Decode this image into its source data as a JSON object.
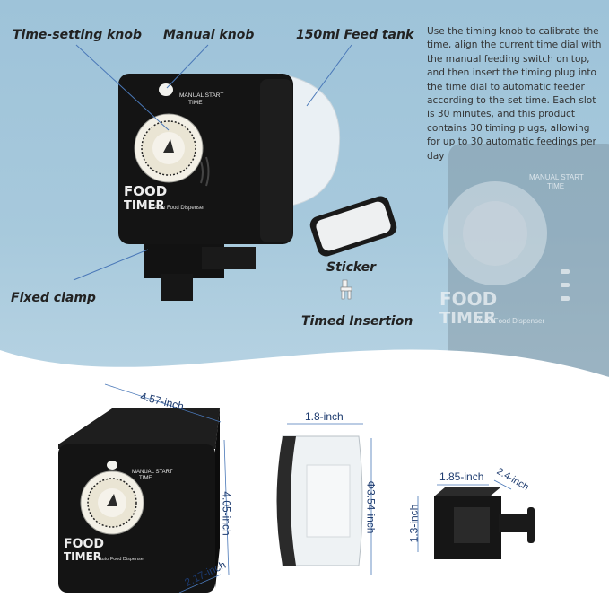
{
  "callouts": {
    "time_knob": "Time-setting knob",
    "manual_knob": "Manual knob",
    "feed_tank": "150ml Feed tank",
    "sticker": "Sticker",
    "fixed_clamp": "Fixed clamp",
    "timed_insertion": "Timed Insertion"
  },
  "description": "Use the timing knob to calibrate the time, align the current time dial with the manual feeding switch on top, and then insert the timing plug into the time dial to automatic feeder according to the set time. Each slot is 30 minutes, and this product contains 30 timing plugs, allowing for up to 30 automatic feedings per day",
  "device": {
    "manual_start_line1": "MANUAL START",
    "manual_start_line2": "TIME",
    "brand_line1": "FOOD",
    "brand_line2": "TIMER",
    "subtitle": "Auto Food Dispenser"
  },
  "dimensions": {
    "width": "4.57-inch",
    "height": "4.05-inch",
    "depth": "2.17-inch",
    "tank_depth": "1.8-inch",
    "tank_diameter": "Φ3.54-inch",
    "clamp_width": "1.85-inch",
    "clamp_depth": "2.4-inch",
    "clamp_height": "1.3-inch"
  },
  "colors": {
    "banner": "#a7c9dc",
    "device": "#141414",
    "dimension_text": "#1c3a6e",
    "callout_line": "#4a78b8"
  }
}
